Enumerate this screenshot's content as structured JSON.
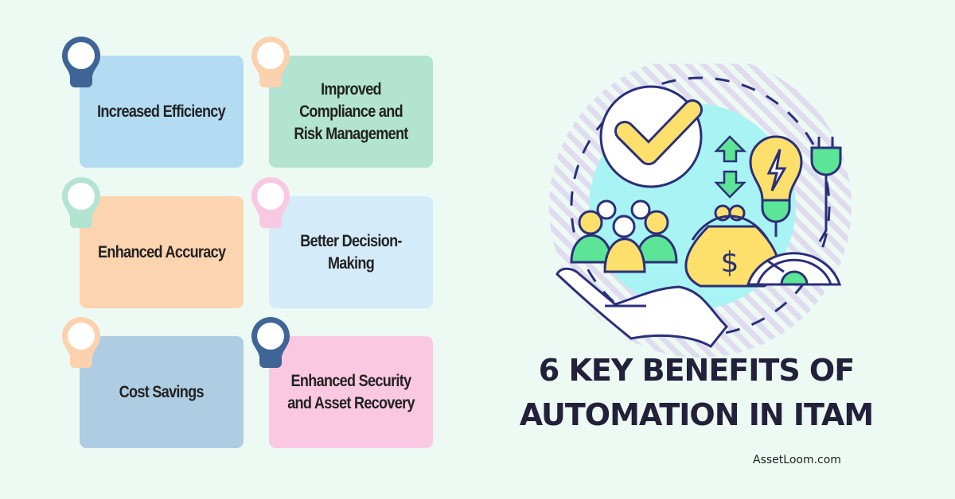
{
  "benefits": [
    {
      "label": "Increased Efficiency",
      "card_color": "#b3dcf3",
      "pin_color": "#3f6496"
    },
    {
      "label": "Improved Compliance and Risk Management",
      "card_color": "#b3e3d1",
      "pin_color": "#fcd1ae"
    },
    {
      "label": "Enhanced Accuracy",
      "card_color": "#fdd4b0",
      "pin_color": "#b3e3d1"
    },
    {
      "label": "Better Decision-Making",
      "card_color": "#d4ebfa",
      "pin_color": "#fbc8e2"
    },
    {
      "label": "Cost Savings",
      "card_color": "#aecde2",
      "pin_color": "#fcd1ae"
    },
    {
      "label": "Enhanced Security and Asset Recovery",
      "card_color": "#fbc8e2",
      "pin_color": "#3f6496"
    }
  ],
  "title_line1": "6 KEY BENEFITS OF",
  "title_line2": "AUTOMATION IN ITAM",
  "brand": "AssetLoom.com"
}
